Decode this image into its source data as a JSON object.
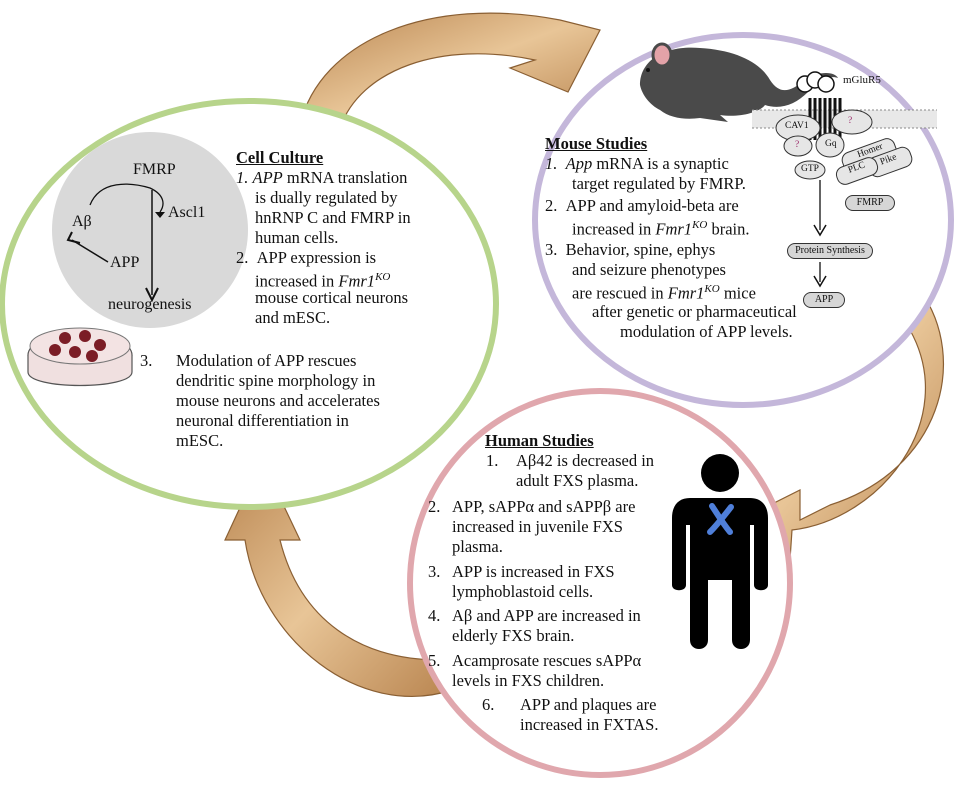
{
  "cell_culture": {
    "title": "Cell Culture",
    "diagram": {
      "fmrp": "FMRP",
      "ascl1": "Ascl1",
      "abeta": "Aβ",
      "app": "APP",
      "neurogenesis": "neurogenesis"
    },
    "item1": {
      "num": "1.",
      "italic": "APP",
      "l1": " mRNA translation",
      "l2": "is dually regulated by",
      "l3": "hnRNP C and FMRP in",
      "l4": "human cells."
    },
    "item2": {
      "num": "2.",
      "l1": "APP expression is",
      "l2": "increased in ",
      "fmr": "Fmr1",
      "ko": "KO",
      "l3": "mouse cortical neurons",
      "l4": "and mESC."
    },
    "item3": {
      "num": "3.",
      "l1": "Modulation of APP rescues",
      "l2": "dendritic spine morphology in",
      "l3": "mouse neurons and accelerates",
      "l4": "neuronal differentiation in",
      "l5": "mESC."
    }
  },
  "mouse_studies": {
    "title": "Mouse Studies",
    "item1": {
      "num": "1.",
      "italic": "App",
      "l1": " mRNA is a synaptic",
      "l2": "target regulated by FMRP."
    },
    "item2": {
      "num": "2.",
      "l1": "APP and amyloid-beta are",
      "l2": "increased in ",
      "fmr": "Fmr1",
      "ko": "KO",
      "l2b": " brain."
    },
    "item3": {
      "num": "3.",
      "l1": "Behavior, spine, ephys",
      "l2": "and seizure phenotypes",
      "l3": "are rescued in ",
      "fmr": "Fmr1",
      "ko": "KO",
      "l3b": " mice",
      "l4": "after genetic or pharmaceutical",
      "l5": "modulation of APP levels."
    },
    "pathway": {
      "mglur5": "mGluR5",
      "cav1": "CAV1",
      "q1": "?",
      "q2": "?",
      "gq": "Gq",
      "homer": "Homer",
      "pike": "Pike",
      "gtp": "GTP",
      "plc": "PLC",
      "fmrp": "FMRP",
      "protein_synthesis": "Protein Synthesis",
      "app": "APP"
    }
  },
  "human_studies": {
    "title": "Human Studies",
    "items": [
      {
        "num": "1.",
        "l1": "Aβ42 is decreased in",
        "l2": "adult FXS plasma."
      },
      {
        "num": "2.",
        "l1": "APP, sAPPα and sAPPβ are",
        "l2": "increased in juvenile FXS",
        "l3": "plasma."
      },
      {
        "num": "3.",
        "l1": "APP is increased in FXS",
        "l2": "lymphoblastoid cells."
      },
      {
        "num": "4.",
        "l1": "Aβ and APP are increased in",
        "l2": "elderly FXS brain."
      },
      {
        "num": "5.",
        "l1": "Acamprosate rescues sAPPα",
        "l2": "levels in FXS children."
      },
      {
        "num": "6.",
        "l1": "APP and plaques are",
        "l2": "increased in FXTAS."
      }
    ]
  },
  "colors": {
    "green_ring": "#b7d48b",
    "purple_ring": "#c4b7da",
    "pink_ring": "#e0a7ad",
    "arrow_fill": "#d2a774",
    "arrow_edge": "#8a5f33",
    "cell_circle": "#d9d9d9",
    "dish_cells": "#7b1d26",
    "dna_icon": "#4f7fd9"
  },
  "icons": [
    "mouse-icon",
    "person-icon",
    "petri-dish-icon",
    "chromosome-x-icon"
  ]
}
